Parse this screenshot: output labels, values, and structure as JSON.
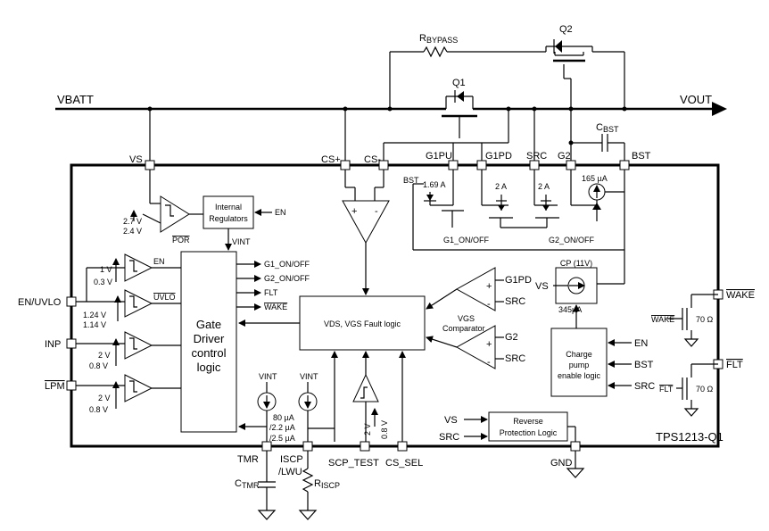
{
  "rails": {
    "vbatt": "VBATT",
    "vout": "VOUT"
  },
  "external": {
    "rbypass": "R",
    "rbypass_sub": "BYPASS",
    "q1": "Q1",
    "q2": "Q2",
    "cbst": "C",
    "cbst_sub": "BST",
    "ctmr": "C",
    "ctmr_sub": "TMR",
    "riscp": "R",
    "riscp_sub": "ISCP"
  },
  "pins": {
    "vs": "VS",
    "cs_plus": "CS+",
    "cs_minus": "CS-",
    "g1pu": "G1PU",
    "g1pd": "G1PD",
    "src": "SRC",
    "g2": "G2",
    "bst": "BST",
    "en_uvlo": "EN/UVLO",
    "inp": "INP",
    "lpm": "LPM",
    "tmr": "TMR",
    "iscp": "ISCP",
    "lwu": "/LWU",
    "scp_test": "SCP_TEST",
    "cs_sel": "CS_SEL",
    "gnd": "GND",
    "wake": "WAKE",
    "flt": "FLT"
  },
  "chip": {
    "name": "TPS1213-Q1"
  },
  "blocks": {
    "internal_regulators_1": "Internal",
    "internal_regulators_2": "Regulators",
    "gate_driver_1": "Gate",
    "gate_driver_2": "Driver",
    "gate_driver_3": "control",
    "gate_driver_4": "logic",
    "fault_logic": "VDS, VGS Fault logic",
    "charge_pump_1": "Charge",
    "charge_pump_2": "pump",
    "charge_pump_3": "enable logic",
    "reverse_1": "Reverse",
    "reverse_2": "Protection Logic",
    "vgs_comp_1": "VGS",
    "vgs_comp_2": "Comparator"
  },
  "signals": {
    "en": "EN",
    "vint": "VINT",
    "por": "POR",
    "uvlo": "UVLO",
    "g1_on_off": "G1_ON/OFF",
    "g2_on_off": "G2_ON/OFF",
    "flt": "FLT",
    "wake": "WAKE",
    "bst": "BST",
    "src": "SRC",
    "vs": "VS",
    "g1pd": "G1PD",
    "g2": "G2",
    "wake_gate": "WAKE",
    "flt_gate": "FLT",
    "plus": "+",
    "minus": "-"
  },
  "values": {
    "v27": "2.7 V",
    "v24": "2.4 V",
    "v1": "1 V",
    "v03": "0.3 V",
    "v124": "1.24 V",
    "v114": "1.14 V",
    "v2_inp": "2 V",
    "v08_inp": "0.8 V",
    "v2_lpm": "2 V",
    "v08_lpm": "0.8 V",
    "i169": "1.69 A",
    "i2a_1": "2 A",
    "i2a_2": "2 A",
    "i165": "165 µA",
    "cp": "CP (11V)",
    "i345": "345µA",
    "i80": "80 µA",
    "i22": "/2.2 µA",
    "i25": "/2.5 µA",
    "r70_1": "70 Ω",
    "r70_2": "70 Ω",
    "v2_scp": "2 V",
    "v08_scp": "0.8 V"
  }
}
